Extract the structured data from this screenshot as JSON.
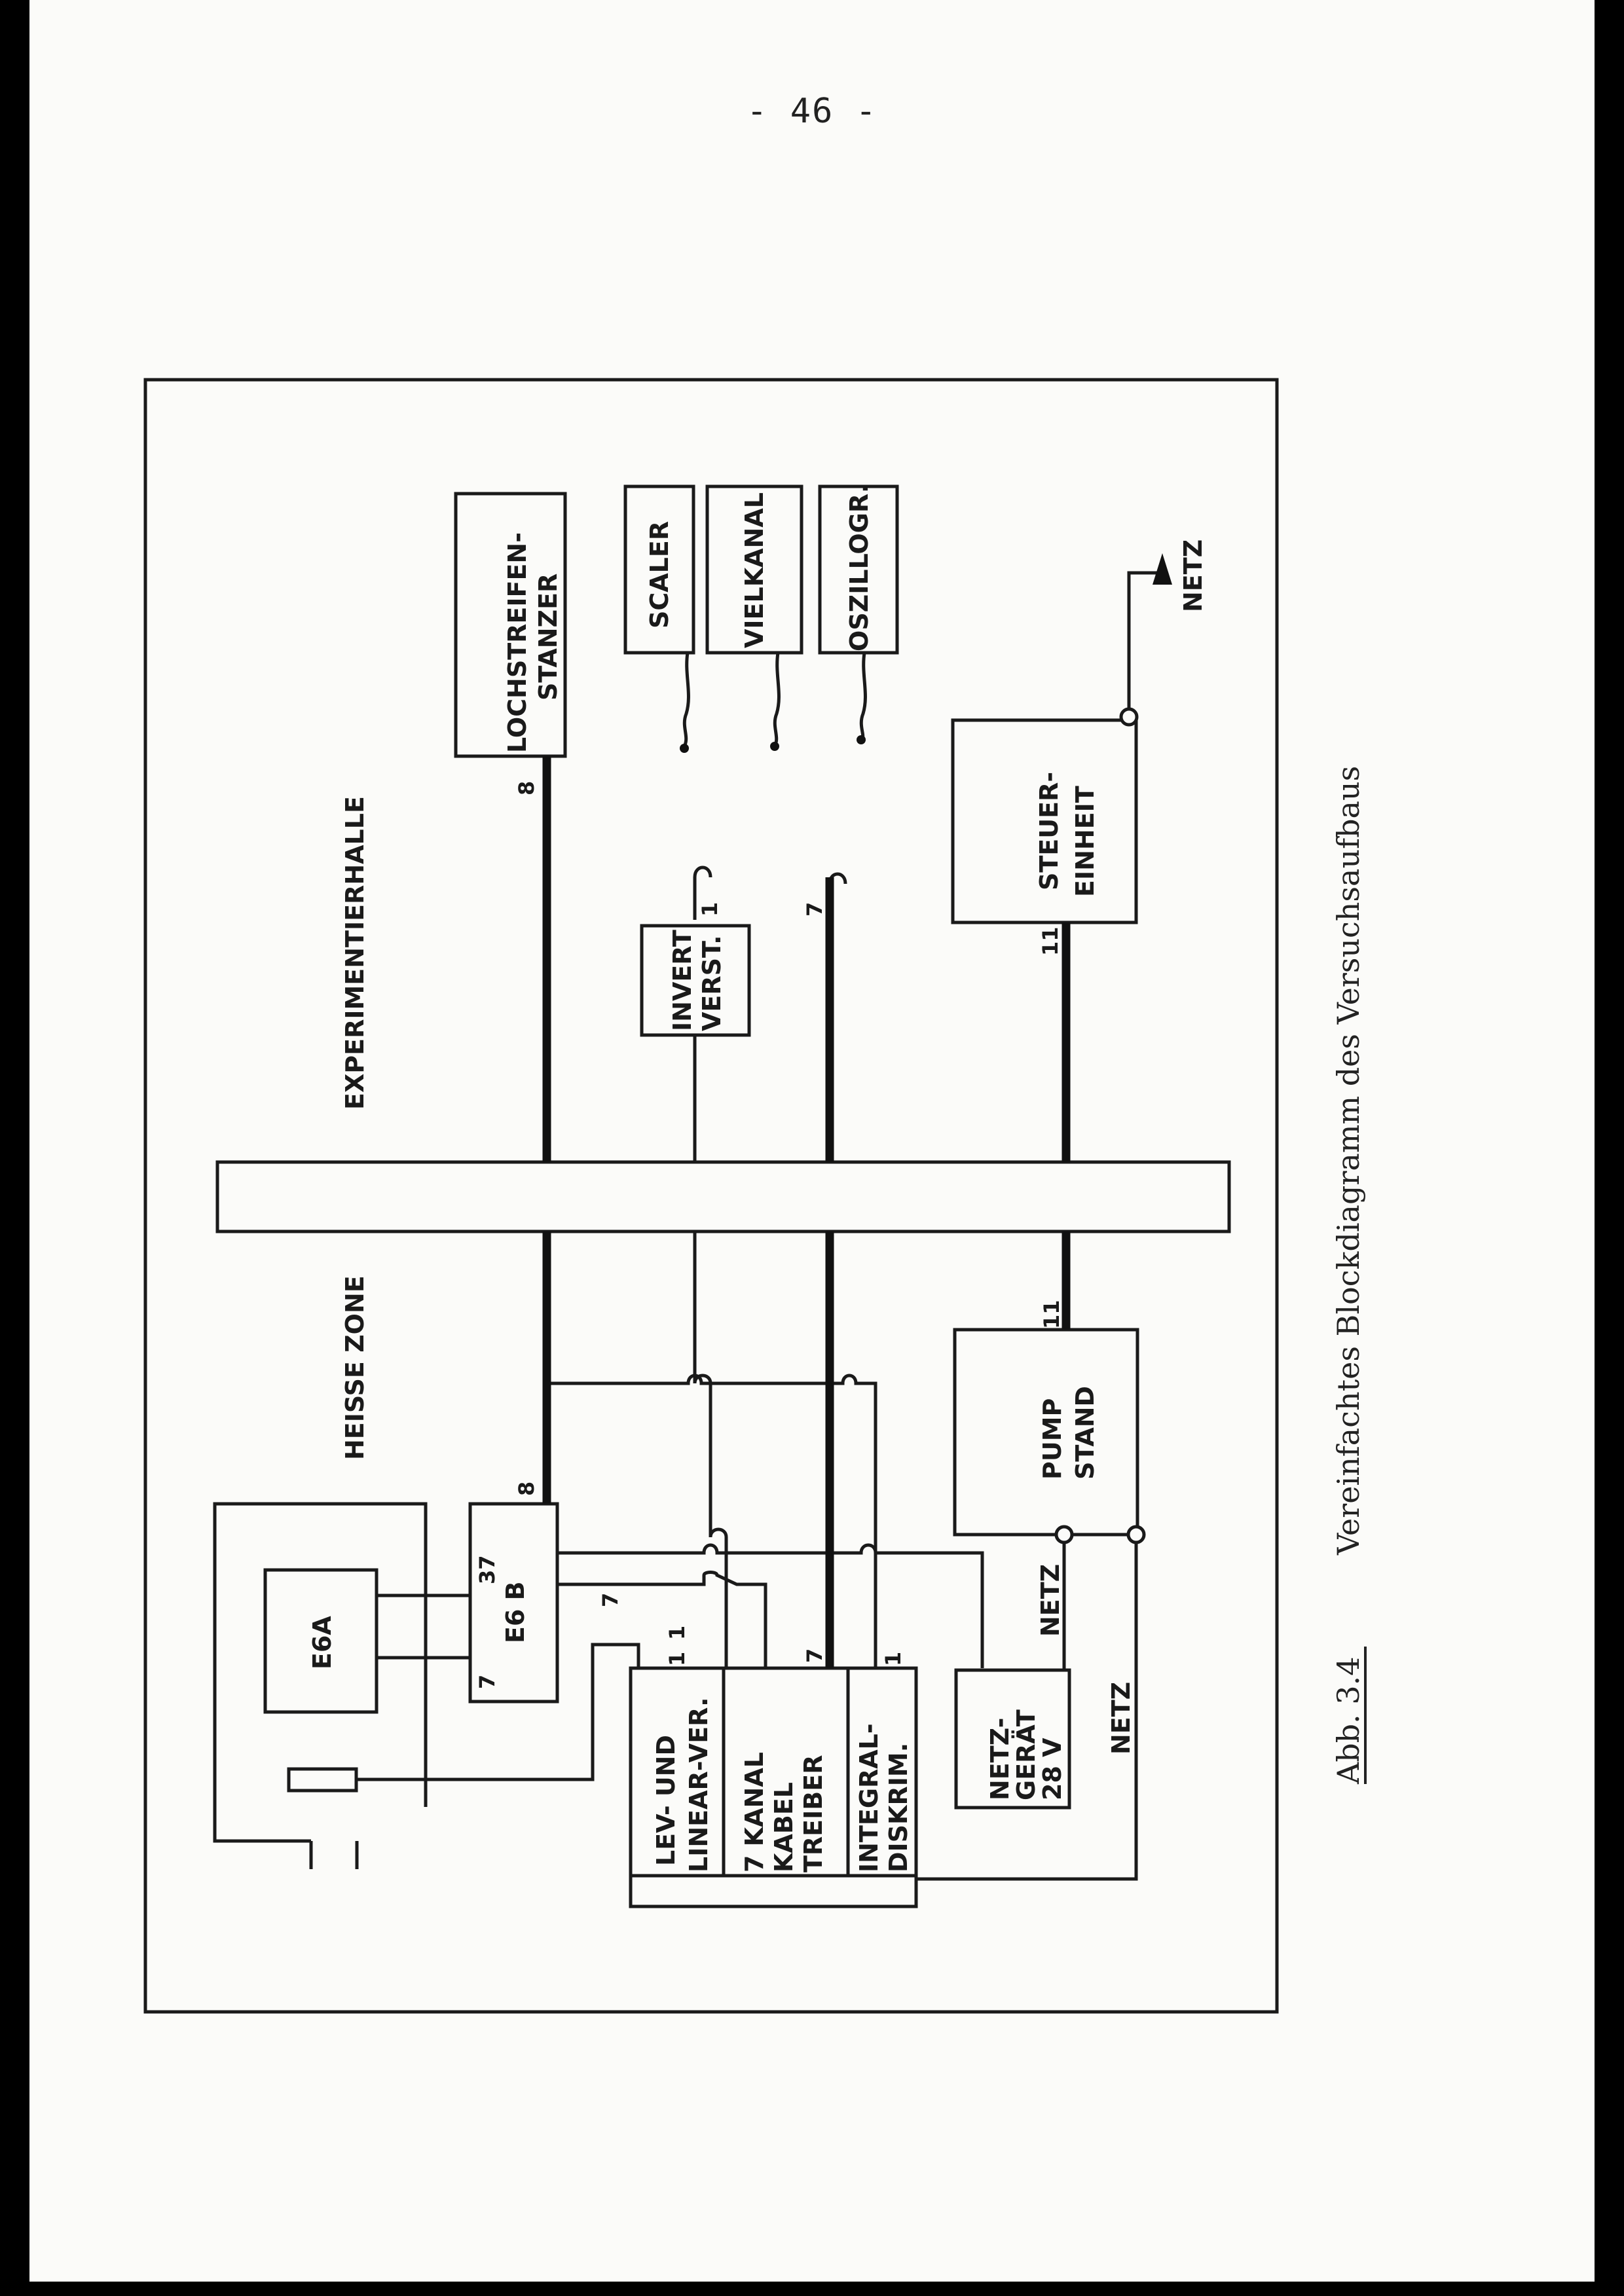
{
  "page_number": "- 46 -",
  "caption": {
    "number": "Abb. 3.4",
    "text": "Vereinfachtes Blockdiagramm des Versuchsaufbaus"
  },
  "zones": {
    "experimental_hall": "EXPERIMENTIERHALLE",
    "hot_zone": "HEISSE ZONE"
  },
  "blocks": {
    "punch": [
      "LOCHSTREIFEN-",
      "STANZER"
    ],
    "scaler": "SCALER",
    "multichannel": "VIELKANAL",
    "oscillograph": "OSZILLOGR.",
    "control": [
      "STEUER-",
      "EINHEIT"
    ],
    "inverter": [
      "INVERT",
      "VERST."
    ],
    "pump": [
      "PUMP",
      "STAND"
    ],
    "e6a": "E6A",
    "e6b": "E6 B",
    "lev": [
      "LEV- UND",
      "LINEAR-VER."
    ],
    "driver": [
      "7 KANAL",
      "KABEL",
      "TREIBER"
    ],
    "discr": [
      "INTEGRAL-",
      "DISKRIM."
    ],
    "psu": [
      "NETZ-",
      "GERÄT",
      "28 V"
    ]
  },
  "bus_counts": {
    "punch": "8",
    "inverter": "1",
    "driver_hall": "7",
    "control": "11",
    "pump": "11",
    "e6b_top": "8",
    "e6b_37": "37",
    "e6b_7": "7",
    "e6b_out": "7",
    "lev": "1",
    "lev_in": "1",
    "driver": "7",
    "discr": "1"
  },
  "power": {
    "mains_arrow": "NETZ",
    "mains_pump": "NETZ",
    "mains_psu": "NETZ"
  }
}
